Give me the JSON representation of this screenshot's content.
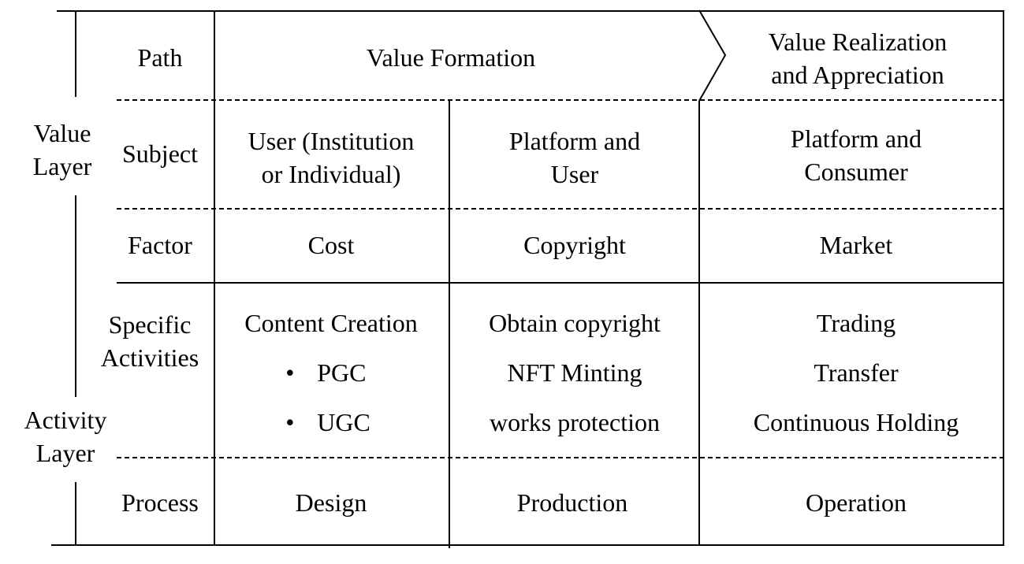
{
  "layers": {
    "value": [
      "Value",
      "Layer"
    ],
    "activity": [
      "Activity",
      "Layer"
    ]
  },
  "row_labels": {
    "path": "Path",
    "subject": "Subject",
    "factor": "Factor",
    "activities": [
      "Specific",
      "Activities"
    ],
    "process": "Process"
  },
  "path": {
    "formation": "Value Formation",
    "realization": [
      "Value Realization",
      "and Appreciation"
    ]
  },
  "subject": {
    "col1": [
      "User (Institution",
      "or Individual)"
    ],
    "col2": [
      "Platform and",
      "User"
    ],
    "col3": [
      "Platform and",
      "Consumer"
    ]
  },
  "factor": {
    "col1": "Cost",
    "col2": "Copyright",
    "col3": "Market"
  },
  "activities": {
    "col1": {
      "title": "Content Creation",
      "bullet": "•",
      "items": [
        "PGC",
        "UGC"
      ]
    },
    "col2": [
      "Obtain copyright",
      "NFT Minting",
      "works protection"
    ],
    "col3": [
      "Trading",
      "Transfer",
      "Continuous Holding"
    ]
  },
  "process": {
    "col1": "Design",
    "col2": "Production",
    "col3": "Operation"
  }
}
